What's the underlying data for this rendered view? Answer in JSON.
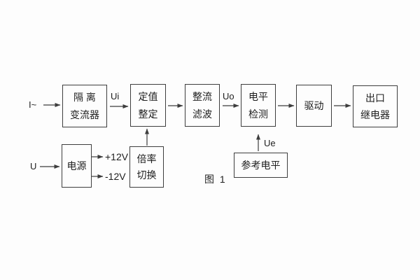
{
  "figure": {
    "caption": "图 1",
    "inputs": {
      "current": "I~",
      "voltage": "U"
    },
    "signal_labels": {
      "ui": "Ui",
      "uo": "Uo",
      "ue": "Ue",
      "plus_rail": "+12V",
      "minus_rail": "-12V"
    },
    "blocks": {
      "isolation_transformer": {
        "line1": "隔 离",
        "line2": "变流器"
      },
      "setpoint_adjust": {
        "line1": "定值",
        "line2": "整定"
      },
      "rectify_filter": {
        "line1": "整流",
        "line2": "滤波"
      },
      "level_detect": {
        "line1": "电平",
        "line2": "检测"
      },
      "driver": {
        "label": "驱动"
      },
      "output_relay": {
        "line1": "出口",
        "line2": "继电器"
      },
      "power_supply": {
        "label": "电源"
      },
      "ratio_switch": {
        "line1": "倍率",
        "line2": "切换"
      },
      "reference_level": {
        "label": "参考电平"
      }
    },
    "colors": {
      "line": "#3d3d3d",
      "text": "#1e1e1e",
      "background": "#fdfdfd"
    }
  }
}
